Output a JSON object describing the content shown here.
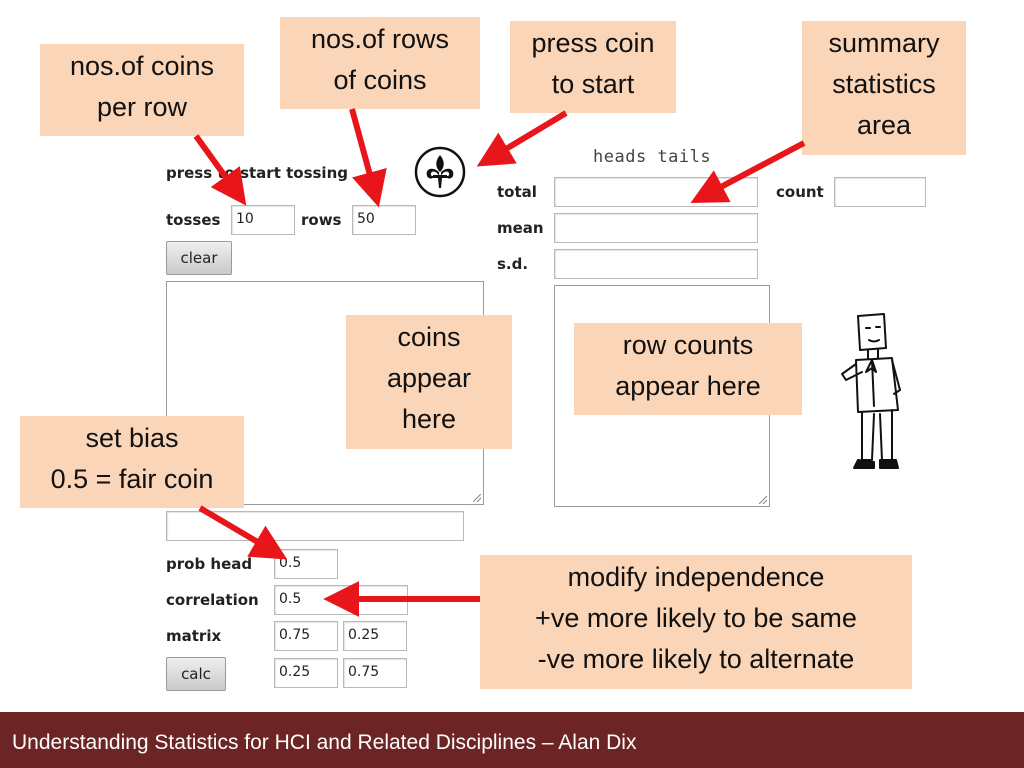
{
  "simulator": {
    "start_label": "press to start tossing",
    "tosses_label": "tosses",
    "tosses_value": "10",
    "rows_label": "rows",
    "rows_value": "50",
    "clear_button": "clear",
    "stats_header": "heads tails",
    "total_label": "total",
    "mean_label": "mean",
    "sd_label": "s.d.",
    "count_label": "count",
    "prob_head_label": "prob head",
    "prob_head_value": "0.5",
    "correlation_label": "correlation",
    "correlation_value": "0.5",
    "matrix_label": "matrix",
    "matrix": [
      "0.75",
      "0.25",
      "0.25",
      "0.75"
    ],
    "calc_button": "calc"
  },
  "callouts": {
    "coins_per_row": [
      "nos.of coins",
      "per row"
    ],
    "rows_of_coins": [
      "nos.of rows",
      "of coins"
    ],
    "press_coin": [
      "press coin",
      "to start"
    ],
    "summary_stats": [
      "summary",
      "statistics",
      "area"
    ],
    "coins_appear": [
      "coins",
      "appear",
      "here"
    ],
    "row_counts": [
      "row counts",
      "appear here"
    ],
    "set_bias": [
      "set bias",
      "0.5 = fair coin"
    ],
    "modify_independence": [
      "modify independence",
      "+ve more likely to be same",
      "-ve more likely to alternate"
    ]
  },
  "footer": {
    "text": "Understanding Statistics for HCI and Related Disciplines  –  Alan Dix"
  },
  "colors": {
    "callout_bg": "#fbd5b8",
    "arrow": "#e8161b",
    "footer_bg": "#6d2424"
  },
  "icons": [
    "fleur-de-lis-coin-icon",
    "cartoon-man-icon"
  ]
}
